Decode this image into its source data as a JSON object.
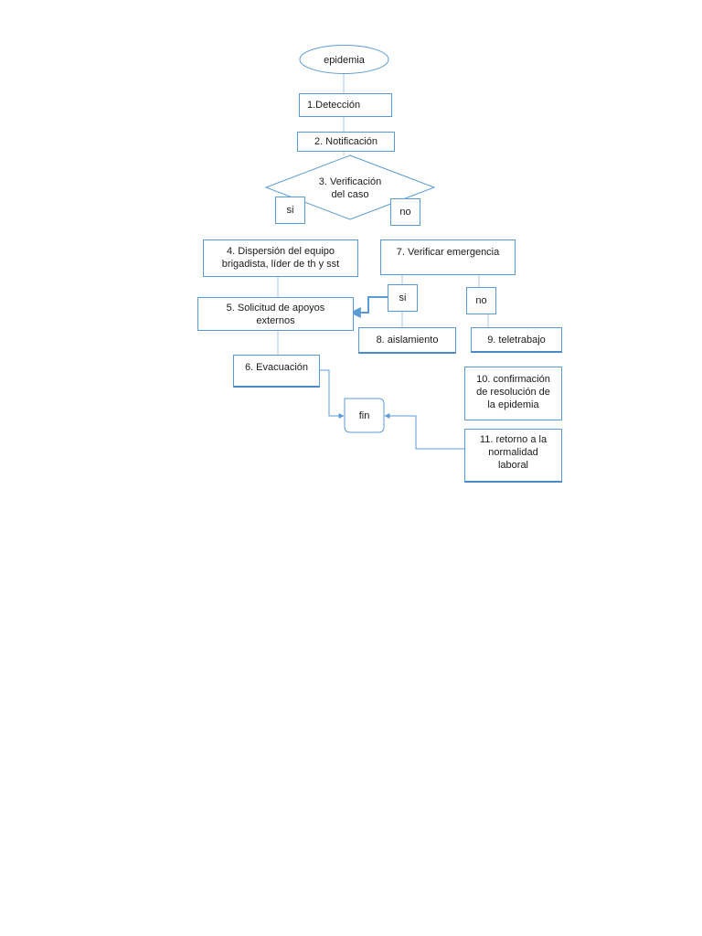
{
  "diagram": {
    "start": "epidemia",
    "step1": "1.Detección",
    "step2": "2. Notificación",
    "decision": "3. Verificación\ndel caso",
    "decision_yes": "si",
    "decision_no": "no",
    "step4": "4. Dispersión del equipo\nbrigadista, líder de th y sst",
    "step5": "5. Solicitud de apoyos\nexternos",
    "step6": "6. Evacuación",
    "step7": "7. Verificar emergencia",
    "step7_yes": "si",
    "step7_no": "no",
    "step8": "8. aislamiento",
    "step9": "9. teletrabajo",
    "step10": "10. confirmación\nde resolución de\nla epidemia",
    "step11": "11. retorno a la\nnormalidad\nlaboral",
    "end": "fin"
  },
  "colors": {
    "stroke": "#5b9bd5",
    "stroke_dark": "#4a8ac9",
    "connector": "#a9c6e6",
    "text": "#1a1a1a",
    "background": "#ffffff"
  }
}
